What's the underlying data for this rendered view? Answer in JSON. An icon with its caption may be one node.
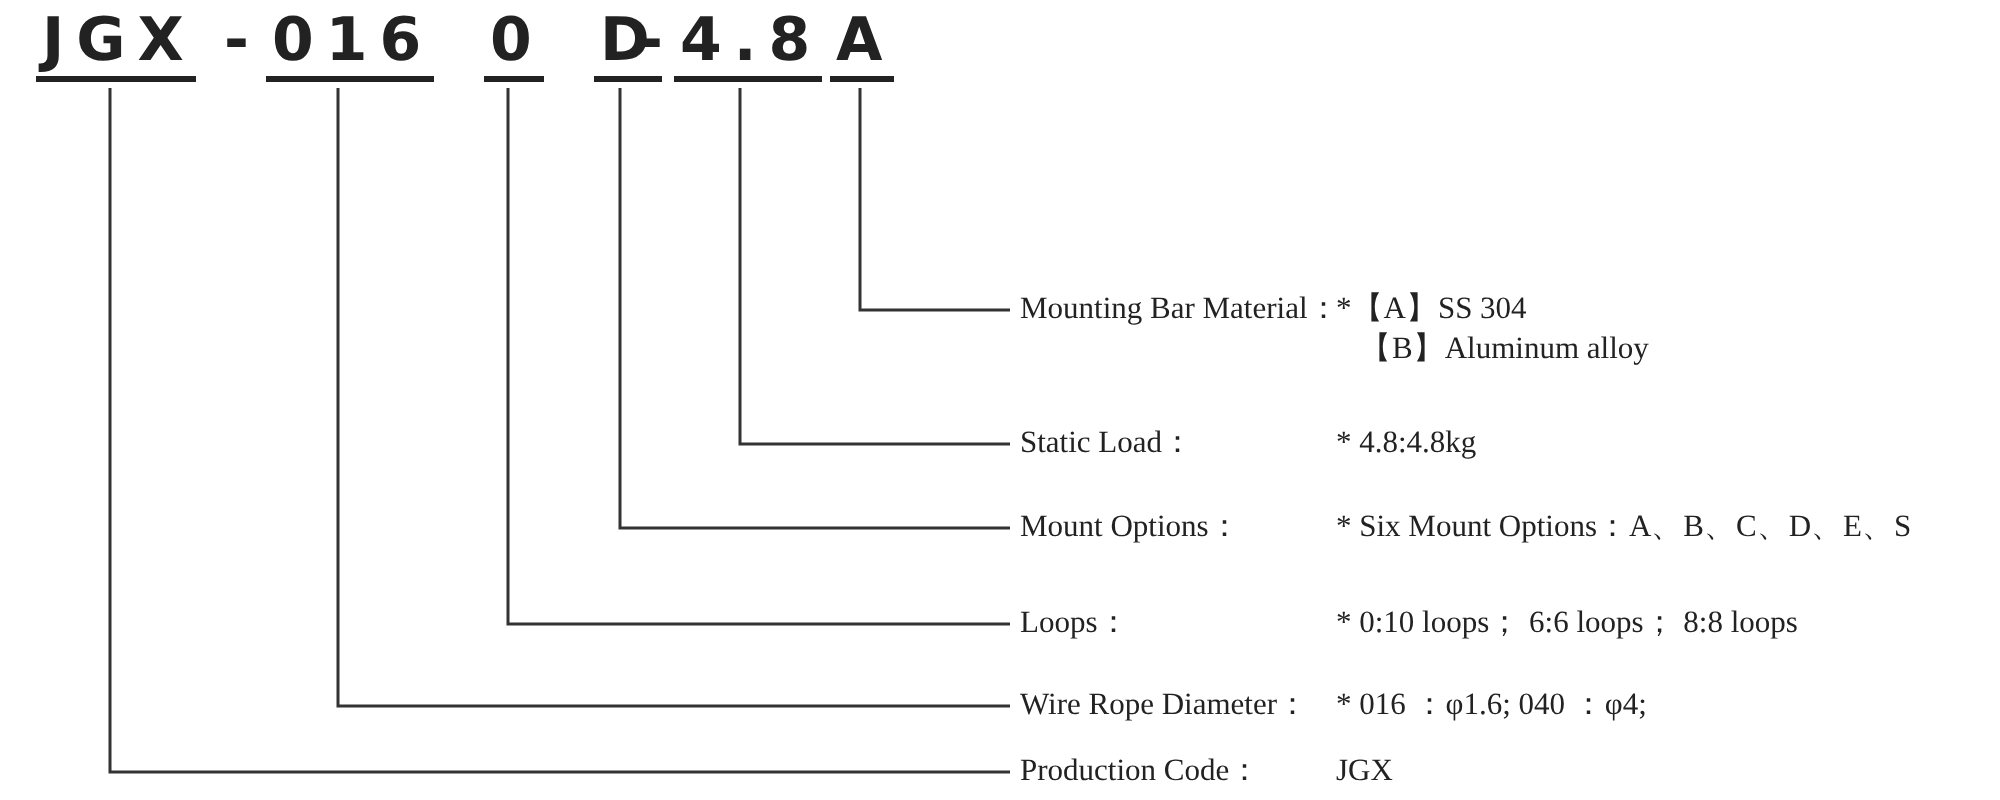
{
  "diagram": {
    "nodes": [
      {
        "text": [
          "JGX"
        ]
      },
      {
        "text": [
          "016"
        ]
      },
      {
        "text": [
          "0"
        ]
      },
      {
        "text": [
          "D"
        ]
      },
      {
        "text": [
          "4.8"
        ]
      },
      {
        "text": [
          "A"
        ]
      },
      {
        "text": [
          "Mounting Bar Material：",
          "*【A】SS 304",
          "【B】Aluminum alloy"
        ]
      },
      {
        "text": [
          "Static Load：",
          "* 4.8:4.8kg"
        ]
      },
      {
        "text": [
          "Mount Options：",
          "* Six Mount Options：A、B、C、D、E、S"
        ]
      },
      {
        "text": [
          "Loops：",
          "* 0:10 loops；  6:6 loops；  8:8 loops"
        ]
      },
      {
        "text": [
          "Wire Rope Diameter：",
          "* 016 ：φ1.6;  040 ：φ4;"
        ]
      },
      {
        "text": [
          "Production Code：",
          "JGX"
        ]
      }
    ],
    "edges": [
      {
        "from": 5,
        "to": 6,
        "arrow": "none"
      },
      {
        "from": 4,
        "to": 7,
        "arrow": "none"
      },
      {
        "from": 3,
        "to": 8,
        "arrow": "none"
      },
      {
        "from": 2,
        "to": 9,
        "arrow": "none"
      },
      {
        "from": 1,
        "to": 10,
        "arrow": "none"
      },
      {
        "from": 0,
        "to": 11,
        "arrow": "none"
      }
    ],
    "labels": [
      "-",
      "-"
    ]
  }
}
